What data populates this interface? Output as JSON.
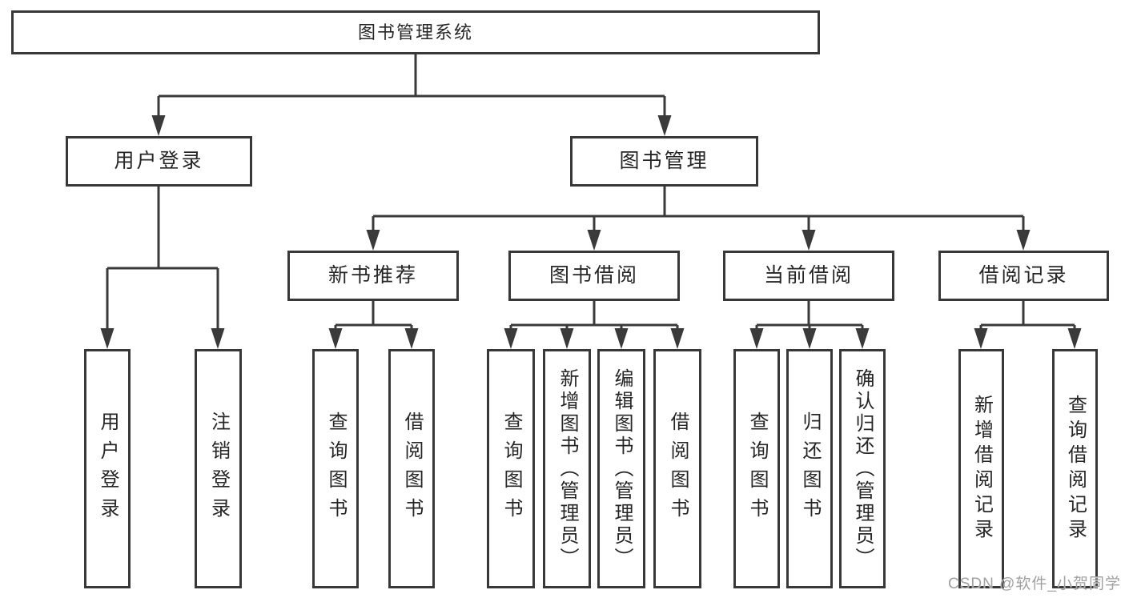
{
  "colors": {
    "line": "#3a3a3a",
    "box_border": "#383838",
    "text": "#262626",
    "watermark": "#a1a1a1",
    "background": "#ffffff"
  },
  "diagram": {
    "root": {
      "label": "图书管理系统"
    },
    "level2": [
      {
        "label": "用户登录"
      },
      {
        "label": "图书管理"
      }
    ],
    "level3": [
      {
        "label": "新书推荐"
      },
      {
        "label": "图书借阅"
      },
      {
        "label": "当前借阅"
      },
      {
        "label": "借阅记录"
      }
    ],
    "leaves": {
      "user_login": "用户登录",
      "logout": "注销登录",
      "rec_query_books": "查询图书",
      "rec_borrow_books": "借阅图书",
      "borrow_query_books": "查询图书",
      "borrow_add_books": "新增图书（管理员）",
      "borrow_edit_books": "编辑图书（管理员）",
      "borrow_borrow_books": "借阅图书",
      "current_query_books": "查询图书",
      "current_return_books": "归还图书",
      "current_confirm_return": "确认归还（管理员）",
      "records_add_record": "新增借阅记录",
      "records_query_record": "查询借阅记录"
    }
  },
  "watermark": {
    "text": "CSDN @软件_小贺同学"
  }
}
